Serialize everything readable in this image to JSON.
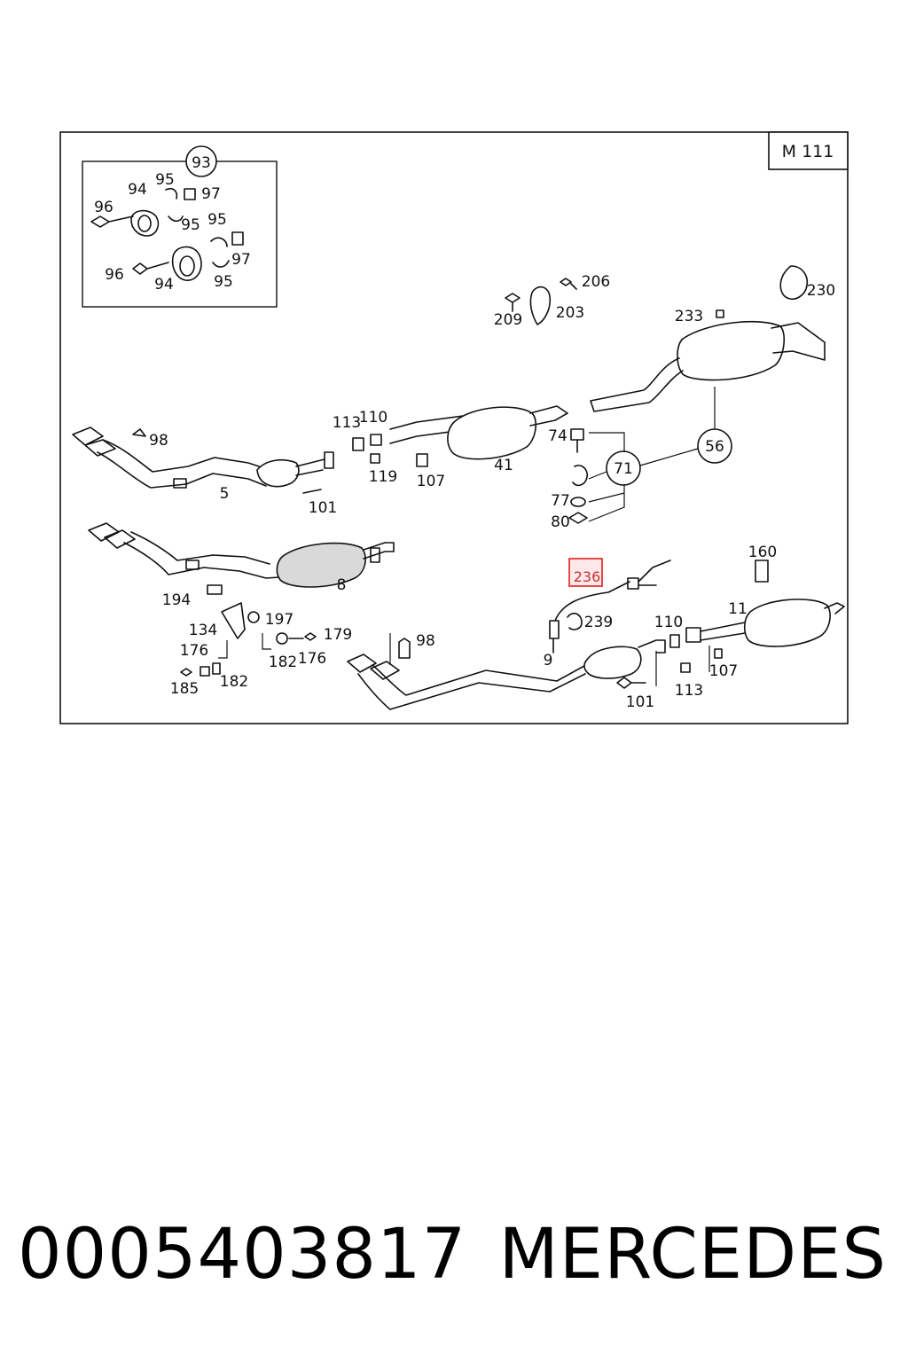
{
  "diagram": {
    "engine_code": "M 111",
    "highlighted_callout": "236",
    "inset": {
      "callout": "93",
      "labels": [
        "96",
        "94",
        "95",
        "95",
        "97",
        "95",
        "97",
        "96",
        "94",
        "95"
      ]
    },
    "labels": {
      "l_209": "209",
      "l_206": "206",
      "l_203": "203",
      "l_233": "233",
      "l_230": "230",
      "l_113a": "113",
      "l_110a": "110",
      "l_98a": "98",
      "l_5": "5",
      "l_101a": "101",
      "l_119": "119",
      "l_107a": "107",
      "l_41": "41",
      "l_74": "74",
      "l_71": "71",
      "l_56": "56",
      "l_77": "77",
      "l_80": "80",
      "l_160": "160",
      "l_194": "194",
      "l_8": "8",
      "l_134": "134",
      "l_197": "197",
      "l_176a": "176",
      "l_179": "179",
      "l_182a": "182",
      "l_176b": "176",
      "l_185": "185",
      "l_182b": "182",
      "l_239": "239",
      "l_98b": "98",
      "l_9": "9",
      "l_110b": "110",
      "l_11": "11",
      "l_107b": "107",
      "l_113b": "113",
      "l_101b": "101"
    }
  },
  "footer": {
    "part_number": "0005403817",
    "brand": "MERCEDES"
  }
}
